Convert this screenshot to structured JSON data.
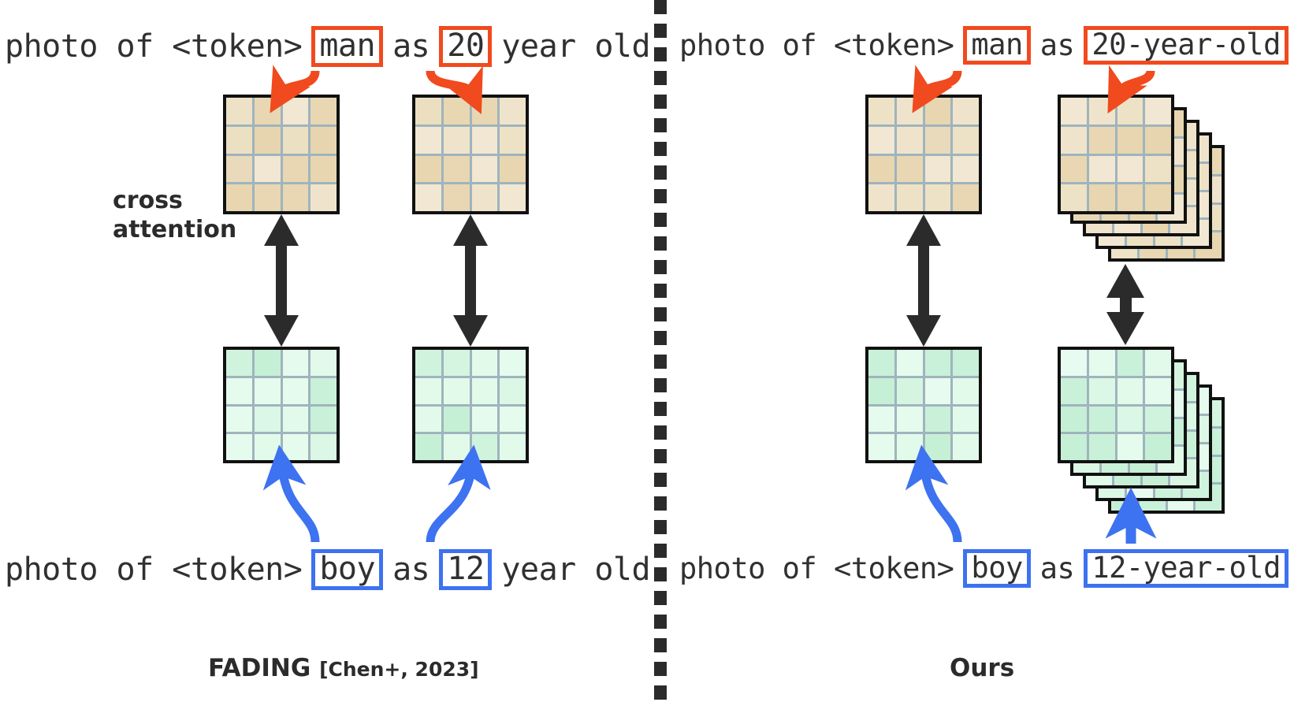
{
  "figure": {
    "divider": "vertical-dashed-separator",
    "colors": {
      "orange": "#f04a1e",
      "blue": "#3d72f0",
      "black_arrow": "#2b2b2b",
      "grid_line": "#9fb4bd",
      "grid_border": "#111111",
      "tan_cell": "#efe0bf",
      "green_cell": "#cdf3da",
      "text": "#303030"
    }
  },
  "left_panel": {
    "caption_main": "FADING",
    "caption_cite": "[Chen+, 2023]",
    "cross_attention_label_line1": "cross",
    "cross_attention_label_line2": "attention",
    "top_prompt": {
      "pre": "photo of <token>",
      "token_subject": "man",
      "mid": "as",
      "token_age": "20",
      "post": "year old"
    },
    "bottom_prompt": {
      "pre": "photo of <token>",
      "token_subject": "boy",
      "mid": "as",
      "token_age": "12",
      "post": "year old"
    },
    "feature_maps": [
      {
        "name": "tan-map-subject",
        "color": "tan",
        "stacked": false
      },
      {
        "name": "tan-map-age",
        "color": "tan",
        "stacked": false
      },
      {
        "name": "green-map-subject",
        "color": "green",
        "stacked": false
      },
      {
        "name": "green-map-age",
        "color": "green",
        "stacked": false
      }
    ]
  },
  "right_panel": {
    "caption_main": "Ours",
    "top_prompt": {
      "pre": "photo of <token>",
      "token_subject": "man",
      "mid": "as",
      "token_age": "20-year-old"
    },
    "bottom_prompt": {
      "pre": "photo of <token>",
      "token_subject": "boy",
      "mid": "as",
      "token_age": "12-year-old"
    },
    "feature_maps": [
      {
        "name": "tan-map-subject",
        "color": "tan",
        "stacked": false
      },
      {
        "name": "tan-map-age-stack",
        "color": "tan",
        "stacked": true,
        "layers": 5
      },
      {
        "name": "green-map-subject",
        "color": "green",
        "stacked": false
      },
      {
        "name": "green-map-age-stack",
        "color": "green",
        "stacked": true,
        "layers": 5
      }
    ]
  }
}
